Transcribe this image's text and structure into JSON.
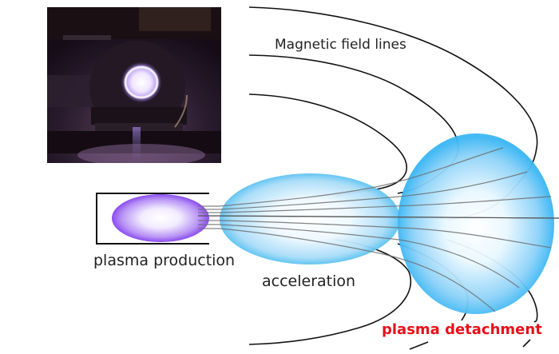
{
  "diagram": {
    "photo": {
      "description": "plasma thruster photograph",
      "glow_color": "#e8d8ff"
    },
    "labels": {
      "field_lines": "Magnetic field lines",
      "production": "plasma production",
      "acceleration": "acceleration",
      "detachment": "plasma detachment"
    },
    "colors": {
      "production_plasma": "#9b59f5",
      "acceleration_plasma": "#4cbcf2",
      "detachment_plasma": "#3db8f5",
      "detachment_label": "#e8101a",
      "field_line": "#111111",
      "inner_field_line": "#7a7a7a"
    }
  }
}
